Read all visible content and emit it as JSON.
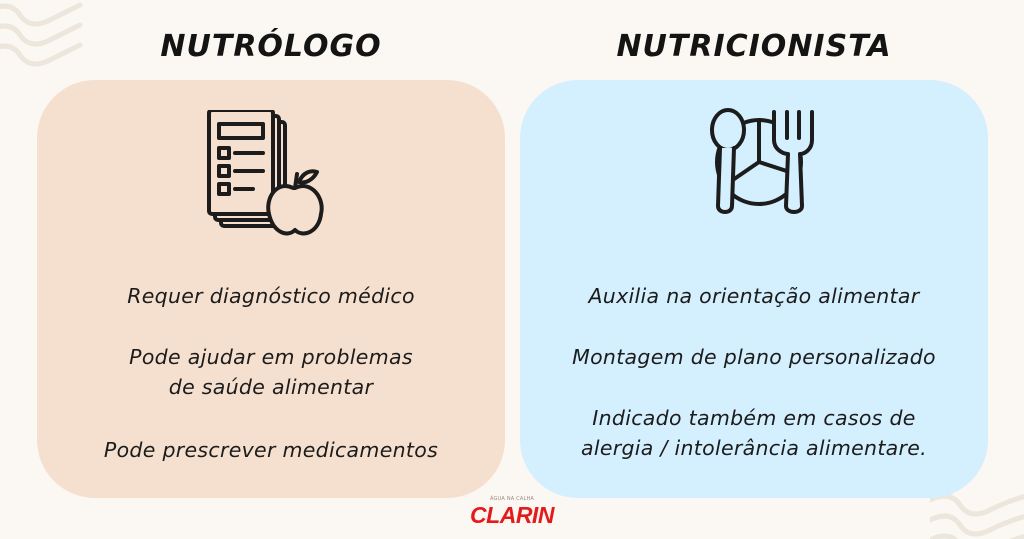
{
  "nutrologo": {
    "title": "NUTRÓLOGO",
    "icon": "document-apple-icon",
    "items": [
      "Requer diagnóstico médico",
      "Pode ajudar em problemas",
      "de saúde alimentar",
      "Pode prescrever medicamentos"
    ]
  },
  "nutricionista": {
    "title": "NUTRICIONISTA",
    "icon": "plate-cutlery-icon",
    "items": [
      "Auxilia na orientação alimentar",
      "Montagem de plano personalizado",
      "Indicado também em casos de",
      "alergia / intolerância alimentare."
    ]
  },
  "brand": {
    "tagline": "ÁGUA NA CALHA",
    "name": "CLARIN"
  },
  "colors": {
    "background": "#fbf8f3",
    "left_card": "#f5e0cf",
    "right_card": "#d4effd",
    "brand_red": "#e41b1b"
  }
}
